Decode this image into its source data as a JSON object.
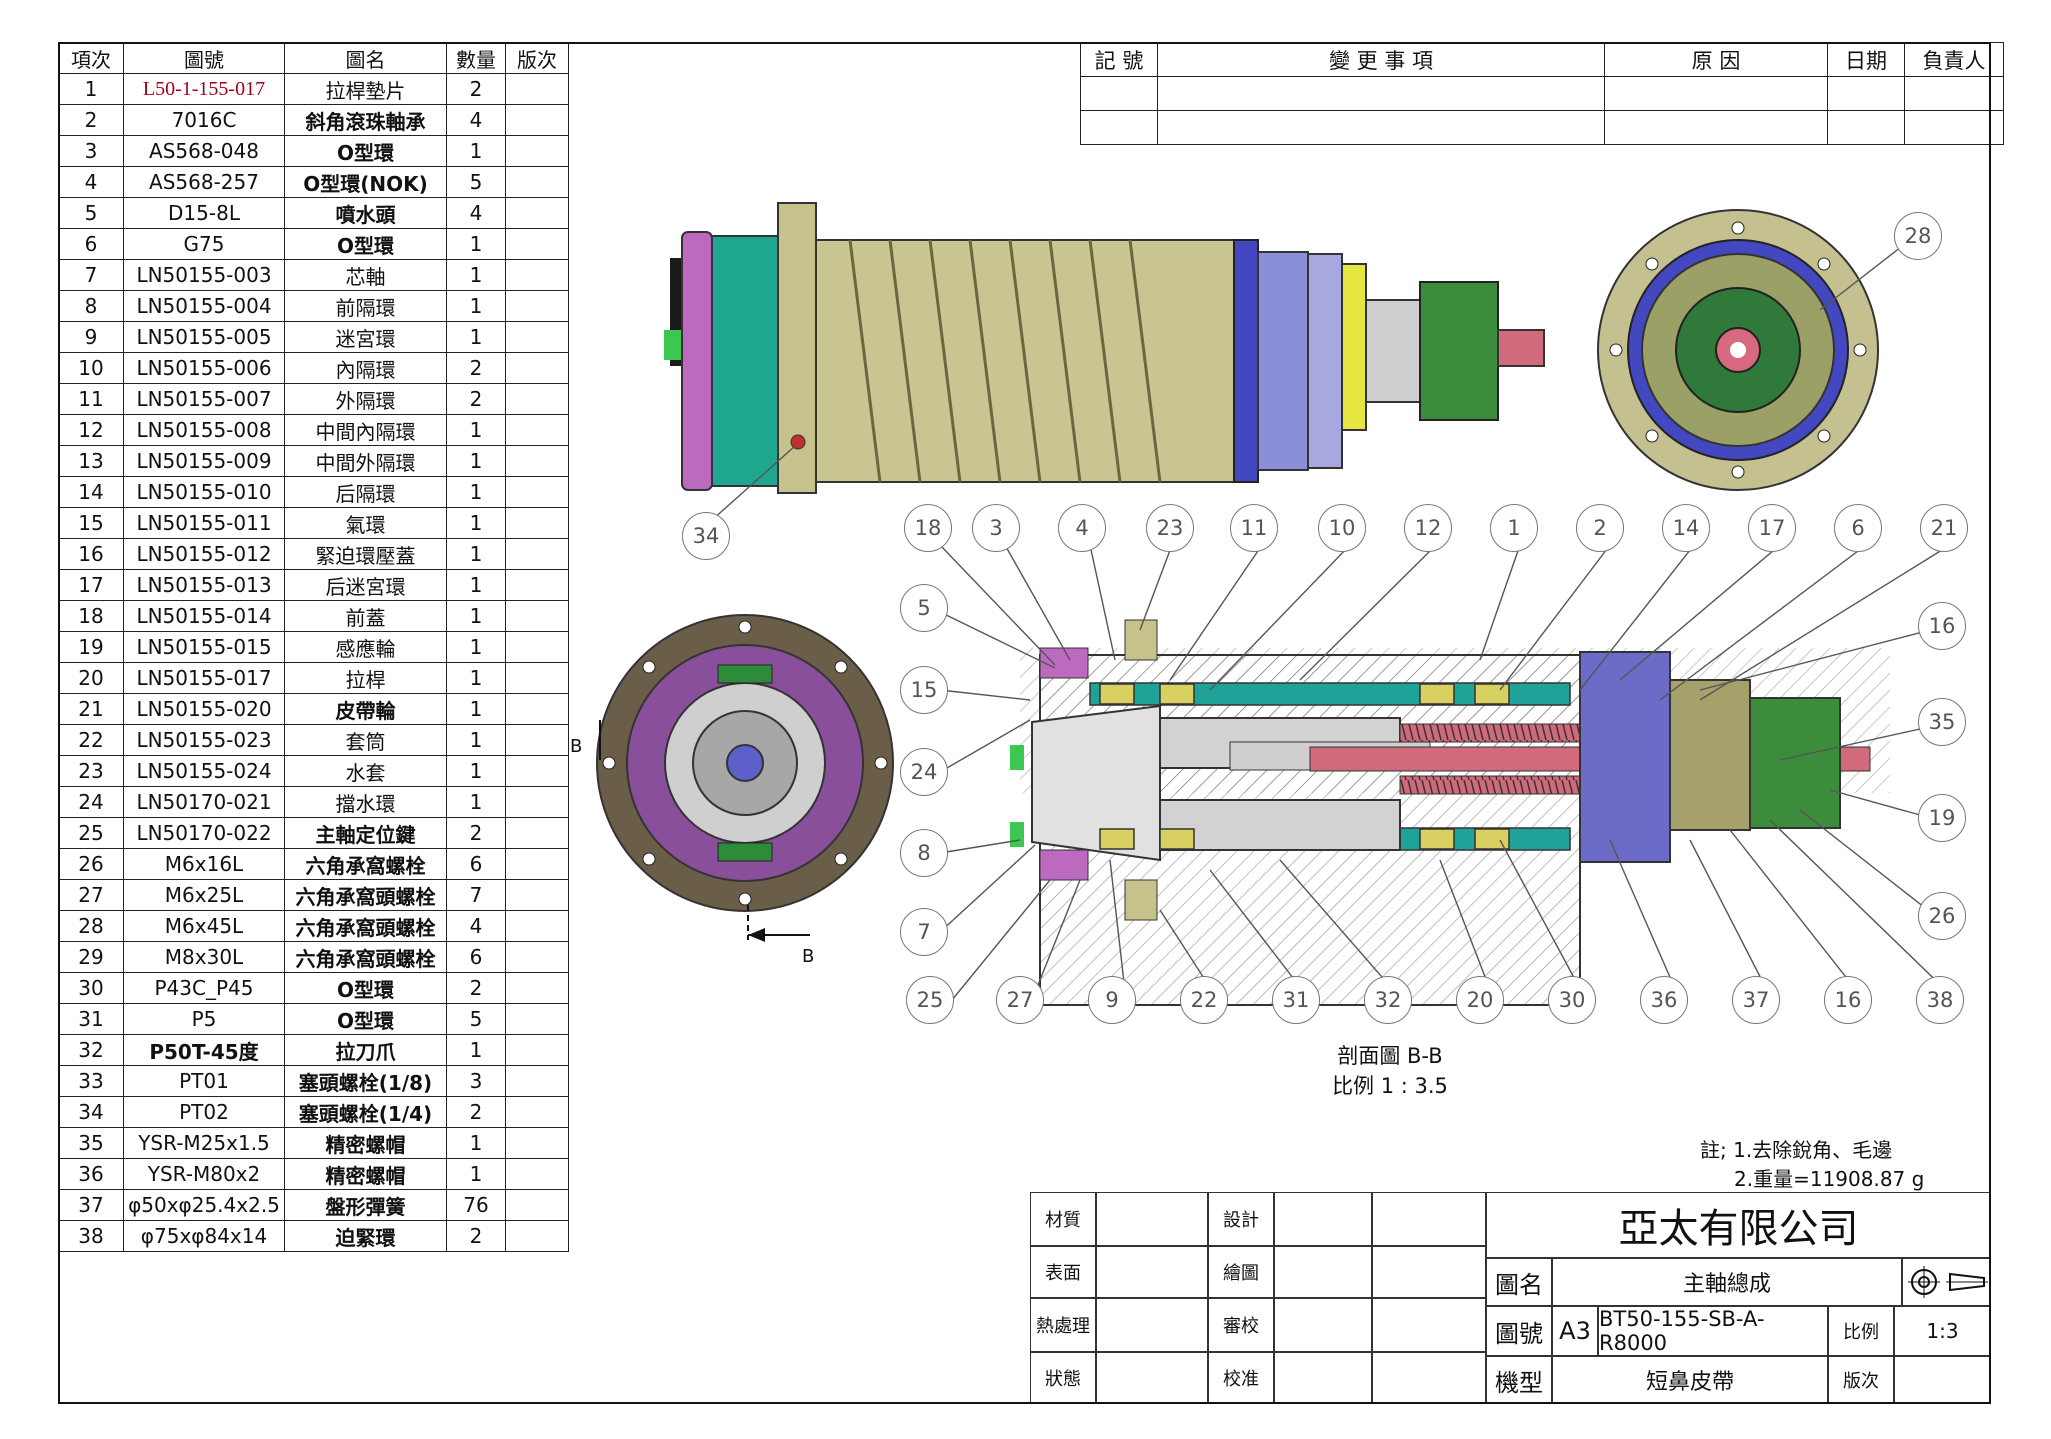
{
  "bom": {
    "headers": [
      "項次",
      "圖號",
      "圖名",
      "數量",
      "版次"
    ],
    "rows": [
      [
        "1",
        "L50-1-155-017",
        "拉桿墊片",
        "2",
        ""
      ],
      [
        "2",
        "7016C",
        "斜角滾珠軸承",
        "4",
        ""
      ],
      [
        "3",
        "AS568-048",
        "O型環",
        "1",
        ""
      ],
      [
        "4",
        "AS568-257",
        "O型環(NOK)",
        "5",
        ""
      ],
      [
        "5",
        "D15-8L",
        "噴水頭",
        "4",
        ""
      ],
      [
        "6",
        "G75",
        "O型環",
        "1",
        ""
      ],
      [
        "7",
        "LN50155-003",
        "芯軸",
        "1",
        ""
      ],
      [
        "8",
        "LN50155-004",
        "前隔環",
        "1",
        ""
      ],
      [
        "9",
        "LN50155-005",
        "迷宮環",
        "1",
        ""
      ],
      [
        "10",
        "LN50155-006",
        "內隔環",
        "2",
        ""
      ],
      [
        "11",
        "LN50155-007",
        "外隔環",
        "2",
        ""
      ],
      [
        "12",
        "LN50155-008",
        "中間內隔環",
        "1",
        ""
      ],
      [
        "13",
        "LN50155-009",
        "中間外隔環",
        "1",
        ""
      ],
      [
        "14",
        "LN50155-010",
        "后隔環",
        "1",
        ""
      ],
      [
        "15",
        "LN50155-011",
        "氣環",
        "1",
        ""
      ],
      [
        "16",
        "LN50155-012",
        "緊迫環壓蓋",
        "1",
        ""
      ],
      [
        "17",
        "LN50155-013",
        "后迷宮環",
        "1",
        ""
      ],
      [
        "18",
        "LN50155-014",
        "前蓋",
        "1",
        ""
      ],
      [
        "19",
        "LN50155-015",
        "感應輪",
        "1",
        ""
      ],
      [
        "20",
        "LN50155-017",
        "拉桿",
        "1",
        ""
      ],
      [
        "21",
        "LN50155-020",
        "皮帶輪",
        "1",
        ""
      ],
      [
        "22",
        "LN50155-023",
        "套筒",
        "1",
        ""
      ],
      [
        "23",
        "LN50155-024",
        "水套",
        "1",
        ""
      ],
      [
        "24",
        "LN50170-021",
        "擋水環",
        "1",
        ""
      ],
      [
        "25",
        "LN50170-022",
        "主軸定位鍵",
        "2",
        ""
      ],
      [
        "26",
        "M6x16L",
        "六角承窩螺栓",
        "6",
        ""
      ],
      [
        "27",
        "M6x25L",
        "六角承窩頭螺栓",
        "7",
        ""
      ],
      [
        "28",
        "M6x45L",
        "六角承窩頭螺栓",
        "4",
        ""
      ],
      [
        "29",
        "M8x30L",
        "六角承窩頭螺栓",
        "6",
        ""
      ],
      [
        "30",
        "P43C_P45",
        "O型環",
        "2",
        ""
      ],
      [
        "31",
        "P5",
        "O型環",
        "5",
        ""
      ],
      [
        "32",
        "P50T-45度",
        "拉刀爪",
        "1",
        ""
      ],
      [
        "33",
        "PT01",
        "塞頭螺栓(1/8)",
        "3",
        ""
      ],
      [
        "34",
        "PT02",
        "塞頭螺栓(1/4)",
        "2",
        ""
      ],
      [
        "35",
        "YSR-M25x1.5",
        "精密螺帽",
        "1",
        ""
      ],
      [
        "36",
        "YSR-M80x2",
        "精密螺帽",
        "1",
        ""
      ],
      [
        "37",
        "φ50xφ25.4x2.5",
        "盤形彈簧",
        "76",
        ""
      ],
      [
        "38",
        "φ75xφ84x14",
        "迫緊環",
        "2",
        ""
      ]
    ]
  },
  "revision": {
    "headers": [
      "記 號",
      "變  更  事  項",
      "原  因",
      "日期",
      "負責人"
    ]
  },
  "balloons_top": [
    "18",
    "3",
    "4",
    "23",
    "11",
    "10",
    "12",
    "1",
    "2",
    "14",
    "17",
    "6",
    "21"
  ],
  "balloons_bottom": [
    "25",
    "27",
    "9",
    "22",
    "31",
    "32",
    "20",
    "30",
    "36",
    "37",
    "16",
    "38"
  ],
  "balloons_left": [
    "5",
    "15",
    "24",
    "8",
    "7"
  ],
  "balloons_right": [
    "16",
    "35",
    "19",
    "26"
  ],
  "balloon_28": "28",
  "balloon_34": "34",
  "section_marks": {
    "b1": "B",
    "b2": "B"
  },
  "section_caption": {
    "line1": "剖面圖 B-B",
    "line2": "比例 1 : 3.5"
  },
  "notes": {
    "line1": "註; 1.去除銳角、毛邊",
    "line2": "2.重量=11908.87 g"
  },
  "title_block": {
    "material": "材質",
    "surface": "表面",
    "heat": "熱處理",
    "state": "狀態",
    "design": "設計",
    "draw": "繪圖",
    "review": "審校",
    "approve": "校准",
    "company": "亞太有限公司",
    "name_label": "圖名",
    "name_value": "主軸總成",
    "no_label": "圖號",
    "size": "A3",
    "no_value": "BT50-155-SB-A-R8000",
    "scale_label": "比例",
    "scale_value": "1:3",
    "model_label": "機型",
    "model_value": "短鼻皮帶",
    "rev_label": "版次"
  },
  "colors": {
    "purple": "#b36ab8",
    "teal": "#1fa398",
    "olive": "#c2bc8a",
    "green": "#2e8b3a",
    "blue": "#5c60c8",
    "pink": "#d86a80",
    "yellow": "#dede2a"
  }
}
